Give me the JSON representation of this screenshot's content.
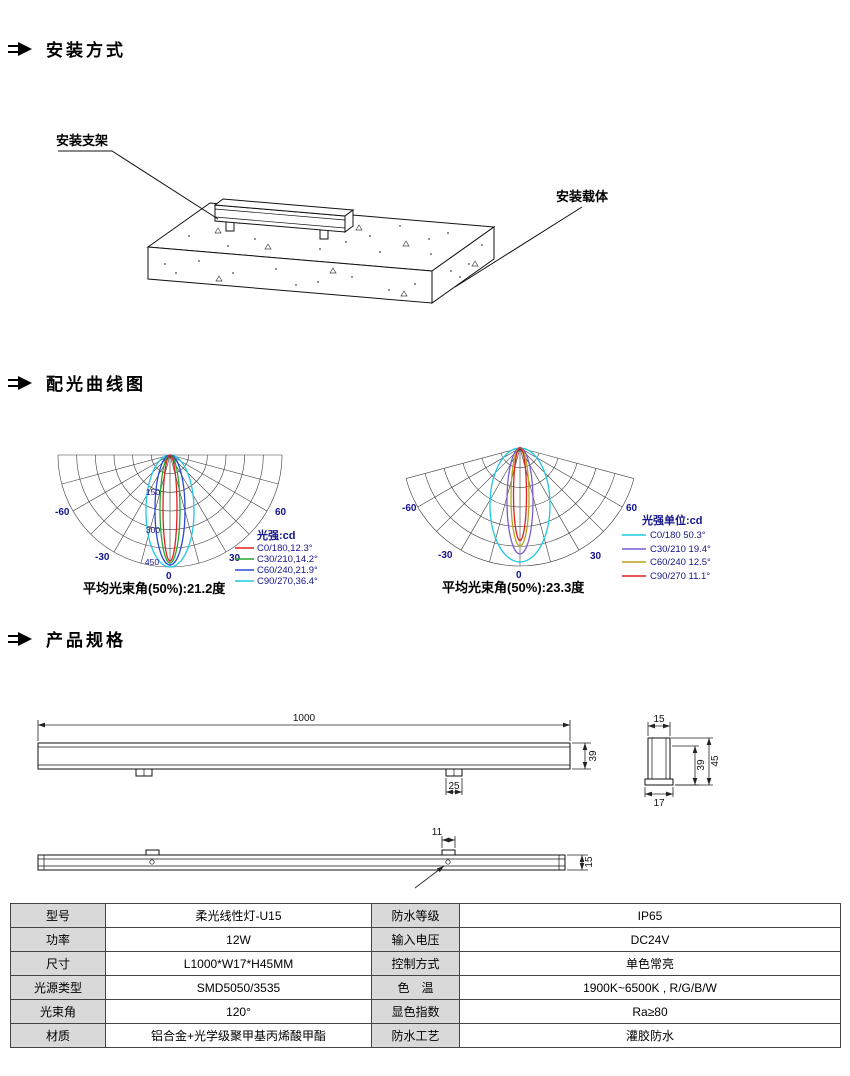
{
  "sections": {
    "install": "安装方式",
    "curves": "配光曲线图",
    "specs": "产品规格"
  },
  "installation": {
    "bracket_label": "安装支架",
    "carrier_label": "安装载体"
  },
  "photometric_left": {
    "legend_title": "光强:cd",
    "caption": "平均光束角(50%):21.2度",
    "angle_labels": [
      "-60",
      "-30",
      "0",
      "30",
      "60"
    ],
    "ring_labels": [
      "150",
      "300",
      "450"
    ],
    "legend": [
      {
        "label": "C0/180,12.3°",
        "color": "#e02020"
      },
      {
        "label": "C30/210,14.2°",
        "color": "#22a833"
      },
      {
        "label": "C60/240,21.9°",
        "color": "#2748d8"
      },
      {
        "label": "C90/270,36.4°",
        "color": "#1fc8e0"
      }
    ]
  },
  "photometric_right": {
    "legend_title": "光强单位:cd",
    "caption": "平均光束角(50%):23.3度",
    "angle_labels": [
      "-60",
      "-30",
      "0",
      "30",
      "60"
    ],
    "legend": [
      {
        "label": "C0/180 50.3°",
        "color": "#1fc8e0"
      },
      {
        "label": "C30/210 19.4°",
        "color": "#7a5cd0"
      },
      {
        "label": "C60/240 12.5°",
        "color": "#b8a31e"
      },
      {
        "label": "C90/270 11.1°",
        "color": "#e02020"
      }
    ]
  },
  "drawings": {
    "front_width": "1000",
    "front_height": "39",
    "clip_dim": "25",
    "end_top_width": "15",
    "end_inner_height": "39",
    "end_outer_height": "45",
    "end_bottom_width": "17",
    "side_clip_dim": "11",
    "side_height": "15"
  },
  "spec_table": {
    "rows": [
      {
        "k1": "型号",
        "v1": "柔光线性灯-U15",
        "k2": "防水等级",
        "v2": "IP65"
      },
      {
        "k1": "功率",
        "v1": "12W",
        "k2": "输入电压",
        "v2": "DC24V"
      },
      {
        "k1": "尺寸",
        "v1": "L1000*W17*H45MM",
        "k2": "控制方式",
        "v2": "单色常亮"
      },
      {
        "k1": "光源类型",
        "v1": "SMD5050/3535",
        "k2": "色　温",
        "v2": "1900K~6500K , R/G/B/W"
      },
      {
        "k1": "光束角",
        "v1": "120°",
        "k2": "显色指数",
        "v2": "Ra≥80"
      },
      {
        "k1": "材质",
        "v1": "铝合金+光学级聚甲基丙烯酸甲酯",
        "k2": "防水工艺",
        "v2": "灌胶防水"
      }
    ]
  },
  "chart_data": [
    {
      "type": "line",
      "subtype": "polar-photometric",
      "title": "配光曲线图 (左)",
      "unit": "cd",
      "radial_ticks": [
        150,
        300,
        450
      ],
      "angle_ticks_deg": [
        -60,
        -30,
        0,
        30,
        60
      ],
      "series": [
        {
          "name": "C0/180",
          "beam_angle_50pct_deg": 12.3
        },
        {
          "name": "C30/210",
          "beam_angle_50pct_deg": 14.2
        },
        {
          "name": "C60/240",
          "beam_angle_50pct_deg": 21.9
        },
        {
          "name": "C90/270",
          "beam_angle_50pct_deg": 36.4
        }
      ],
      "average_beam_angle_50pct": "21.2度"
    },
    {
      "type": "line",
      "subtype": "polar-photometric",
      "title": "配光曲线图 (右)",
      "unit": "cd",
      "angle_ticks_deg": [
        -60,
        -30,
        0,
        30,
        60
      ],
      "series": [
        {
          "name": "C0/180",
          "beam_angle_50pct_deg": 50.3
        },
        {
          "name": "C30/210",
          "beam_angle_50pct_deg": 19.4
        },
        {
          "name": "C60/240",
          "beam_angle_50pct_deg": 12.5
        },
        {
          "name": "C90/270",
          "beam_angle_50pct_deg": 11.1
        }
      ],
      "average_beam_angle_50pct": "23.3度"
    }
  ]
}
